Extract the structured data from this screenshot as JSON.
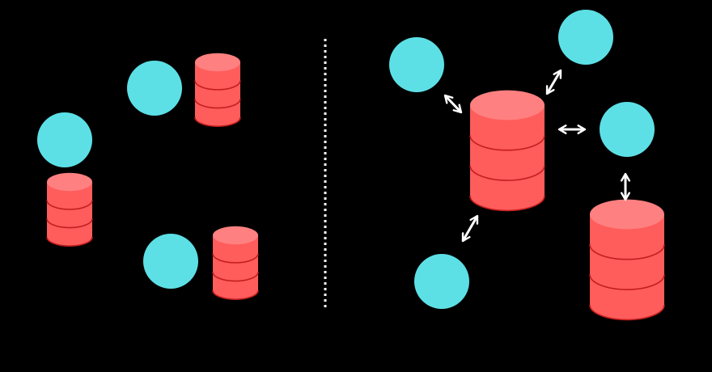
{
  "colors": {
    "background": "#000000",
    "client": "#5ce0e6",
    "database_fill": "#ff5c5c",
    "database_top": "#ff8080",
    "database_line": "#c41e1e",
    "arrow": "#ffffff",
    "divider": "#ffffff"
  },
  "left_panel": {
    "client_nodes": [
      {
        "icon": "circle"
      },
      {
        "icon": "circle"
      },
      {
        "icon": "circle"
      }
    ],
    "database_nodes": [
      {
        "icon": "database-cylinder"
      },
      {
        "icon": "database-cylinder"
      },
      {
        "icon": "database-cylinder"
      }
    ]
  },
  "right_panel": {
    "client_nodes": [
      {
        "icon": "circle"
      },
      {
        "icon": "circle"
      },
      {
        "icon": "circle"
      },
      {
        "icon": "circle"
      }
    ],
    "database_nodes": [
      {
        "icon": "database-cylinder"
      },
      {
        "icon": "database-cylinder"
      }
    ],
    "connections": [
      {
        "from": "client-top-left",
        "to": "central-db",
        "icon": "double-arrow"
      },
      {
        "from": "client-top",
        "to": "central-db",
        "icon": "double-arrow"
      },
      {
        "from": "client-right",
        "to": "central-db",
        "icon": "double-arrow"
      },
      {
        "from": "client-right",
        "to": "db-bottom-right",
        "icon": "double-arrow"
      },
      {
        "from": "client-bottom",
        "to": "central-db",
        "icon": "double-arrow"
      }
    ]
  }
}
